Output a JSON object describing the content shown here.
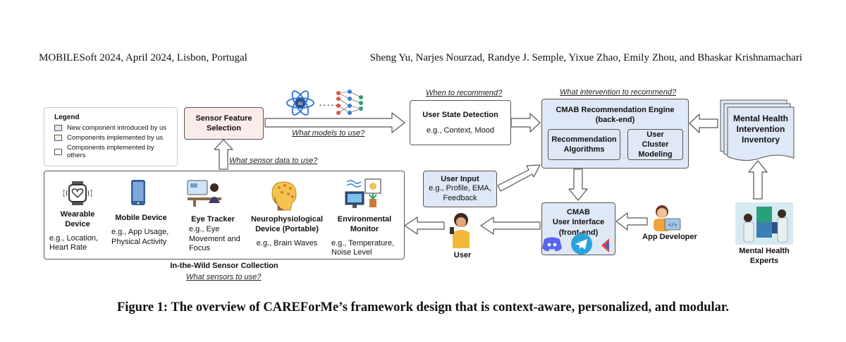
{
  "header": {
    "left": "MOBILESoft 2024, April 2024, Lisbon, Portugal",
    "right": "Sheng Yu, Narjes Nourzad, Randye J. Semple, Yixue Zhao, Emily Zhou, and Bhaskar Krishnamachari"
  },
  "legend": {
    "title": "Legend",
    "items": [
      "New component introduced by us",
      "Components implemented by us",
      "Components implemented by others"
    ],
    "colors": [
      "#dfe8f6",
      "#fbeceb",
      "#ffffff"
    ]
  },
  "sensor_feature": {
    "line1": "Sensor Feature",
    "line2": "Selection"
  },
  "questions": {
    "models": "What models to use?",
    "sensor_data": "What sensor data to use?",
    "when": "When to recommend?",
    "what_intervention": "What intervention to recommend?",
    "sensors": "What sensors to use?"
  },
  "user_state": {
    "title": "User State Detection",
    "example": "e.g., Context, Mood"
  },
  "cmab_engine": {
    "title": "CMAB Recommendation Engine",
    "subtitle": "(back-end)",
    "algorithms": "Recommendation Algorithms",
    "cluster": "User Cluster Modeling"
  },
  "inventory": {
    "title": "Mental Health Intervention Inventory"
  },
  "user_input": {
    "title": "User Input",
    "example": "e.g., Profile, EMA, Feedback"
  },
  "cmab_ui": {
    "line1": "CMAB",
    "line2": "User Interface",
    "line3": "(front-end)"
  },
  "sensors": [
    {
      "name": "Wearable Device",
      "example": "e.g., Location, Heart Rate"
    },
    {
      "name": "Mobile Device",
      "example": "e.g., App Usage, Physical Activity"
    },
    {
      "name": "Eye Tracker",
      "example": "e.g., Eye Movement and Focus"
    },
    {
      "name": "Neurophysiological Device (Portable)",
      "example": "e.g., Brain Waves"
    },
    {
      "name": "Environmental Monitor",
      "example": "e.g., Temperature, Noise Level"
    }
  ],
  "sensor_collection": {
    "title": "In-the-Wild Sensor Collection"
  },
  "actors": {
    "user": "User",
    "app_developer": "App Developer",
    "experts": "Mental Health Experts"
  },
  "caption": "Figure 1: The overview of CAREForMe’s framework design that is context-aware, personalized, and modular.",
  "colors": {
    "new_component": "#dfe8f6",
    "our_component": "#fbeceb",
    "others_component": "#ffffff",
    "arrow_fill": "#ffffff",
    "arrow_stroke": "#555555"
  }
}
